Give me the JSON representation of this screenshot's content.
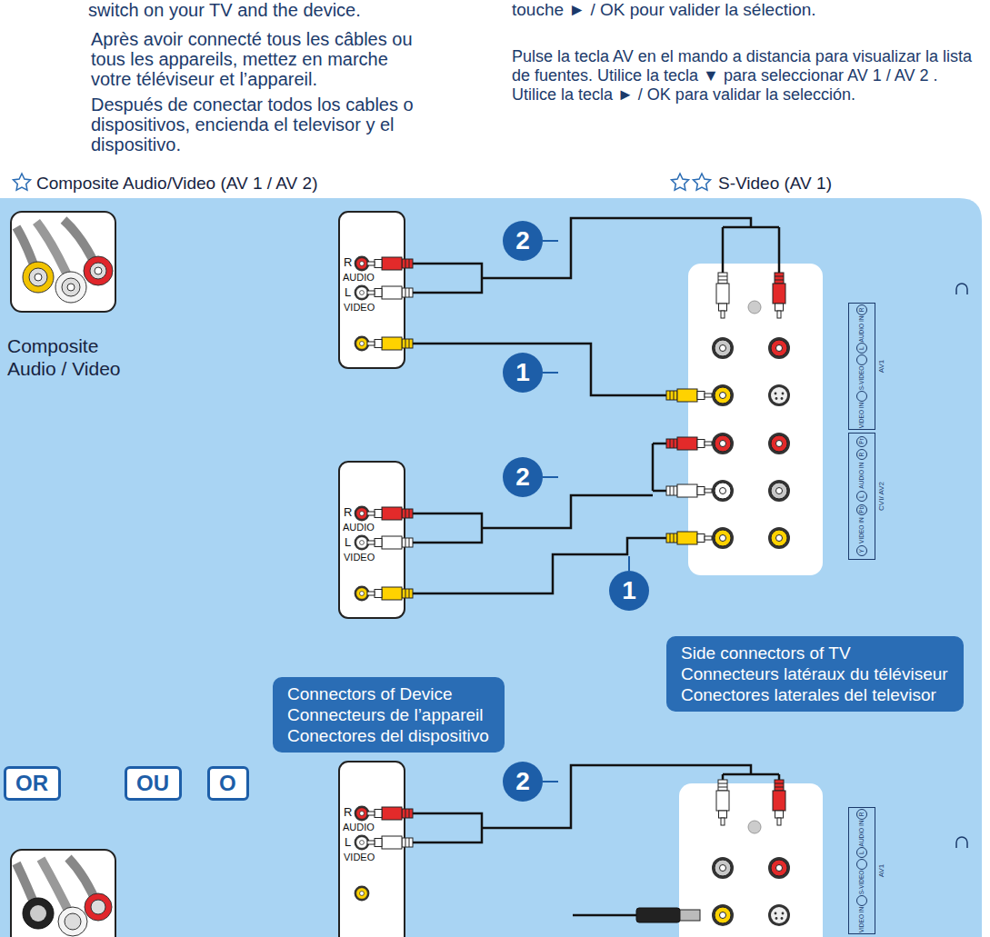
{
  "diagram": {
    "nodes": [
      {
        "text": [
          "R",
          "AUDIO",
          "L",
          "VIDEO"
        ]
      },
      {
        "text": [
          "R",
          "AUDIO",
          "L",
          "VIDEO"
        ]
      },
      {
        "text": [
          "Side connectors of TV",
          "Connecteurs latéraux du téléviseur",
          "Conectores laterales del televisor"
        ]
      },
      {
        "text": [
          "Connectors of Device",
          "Connecteurs de l’appareil",
          "Conectores del dispositivo"
        ]
      },
      {
        "text": [
          "OR"
        ]
      },
      {
        "text": [
          "OU"
        ]
      },
      {
        "text": [
          "O"
        ]
      },
      {
        "text": [
          "R",
          "AUDIO",
          "L",
          "VIDEO"
        ]
      }
    ],
    "labels": [
      "switch on your TV and the device.",
      "Après avoir connecté tous les câbles ou tous les appareils, mettez en marche votre téléviseur et l’appareil.",
      "Después de conectar todos los cables o dispositivos, encienda el televisor y el dispositivo.",
      "touche ► / OK pour valider la sélection.",
      "Pulse la tecla AV en el mando a distancia para visualizar la lista de fuentes. Utilice la tecla ▼ para seleccionar AV 1 / AV 2 . Utilice la tecla ► / OK para validar la selección.",
      "Composite Audio/Video (AV 1 / AV 2)",
      "S-Video (AV 1)",
      "Composite Audio / Video",
      "2",
      "1",
      "2",
      "1",
      "2",
      "VIDEO IN",
      "S-VIDEO",
      "L",
      "AUDIO IN",
      "R",
      "AV1",
      "Y",
      "VIDEO IN",
      "Pb",
      "L",
      "AUDIO IN",
      "R",
      "Pr",
      "CVI/ AV2",
      "VIDEO IN",
      "S-VIDEO",
      "L",
      "AUDIO IN",
      "R",
      "AV1"
    ]
  }
}
